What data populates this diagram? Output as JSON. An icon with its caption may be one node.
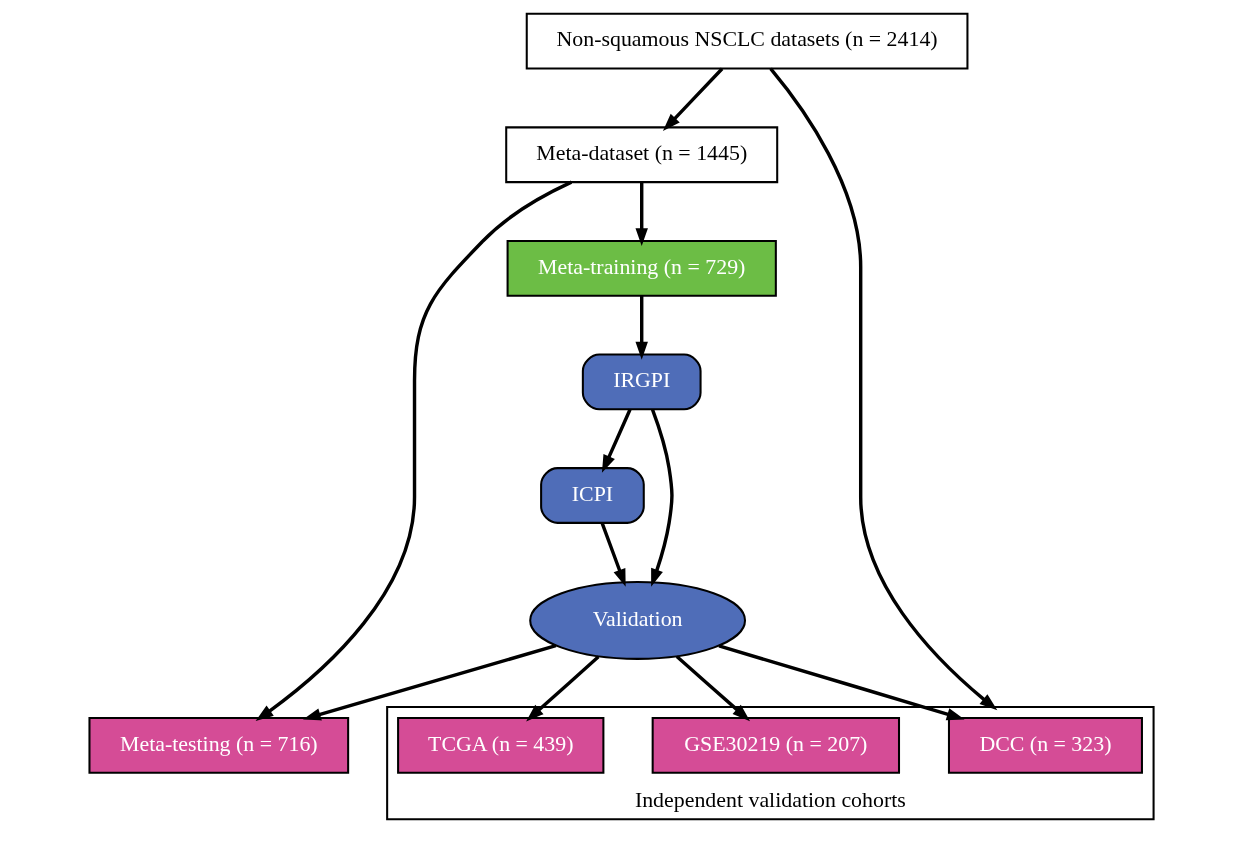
{
  "diagram": {
    "nodes": [
      {
        "text": [
          "Non-squamous NSCLC datasets (n = 2414)"
        ]
      },
      {
        "text": [
          "Meta-dataset (n = 1445)"
        ]
      },
      {
        "text": [
          "Meta-training (n = 729)"
        ]
      },
      {
        "text": [
          "IRGPI"
        ]
      },
      {
        "text": [
          "ICPI"
        ]
      },
      {
        "text": [
          "Validation"
        ]
      },
      {
        "text": [
          "Meta-testing (n = 716)"
        ]
      },
      {
        "text": [
          "Independent validation cohorts"
        ]
      },
      {
        "text": [
          "DCC (n = 323)"
        ],
        "in": 7
      },
      {
        "text": [
          "GSE30219 (n = 207)"
        ],
        "in": 7
      },
      {
        "text": [
          "TCGA (n = 439)"
        ],
        "in": 7
      }
    ],
    "edges": [
      {
        "from": 0,
        "to": 1,
        "arrow": "to"
      },
      {
        "from": 0,
        "to": 7,
        "arrow": "to"
      },
      {
        "from": 1,
        "to": 6,
        "arrow": "to"
      },
      {
        "from": 1,
        "to": 2,
        "arrow": "to"
      },
      {
        "from": 2,
        "to": 3,
        "arrow": "to"
      },
      {
        "from": 3,
        "to": 4,
        "arrow": "to"
      },
      {
        "from": 3,
        "to": 5,
        "arrow": "to"
      },
      {
        "from": 4,
        "to": 5,
        "arrow": "to"
      },
      {
        "from": 5,
        "to": 6,
        "arrow": "to"
      },
      {
        "from": 5,
        "to": 8,
        "arrow": "to"
      },
      {
        "from": 5,
        "to": 9,
        "arrow": "to"
      },
      {
        "from": 5,
        "to": 10,
        "arrow": "to"
      }
    ]
  }
}
